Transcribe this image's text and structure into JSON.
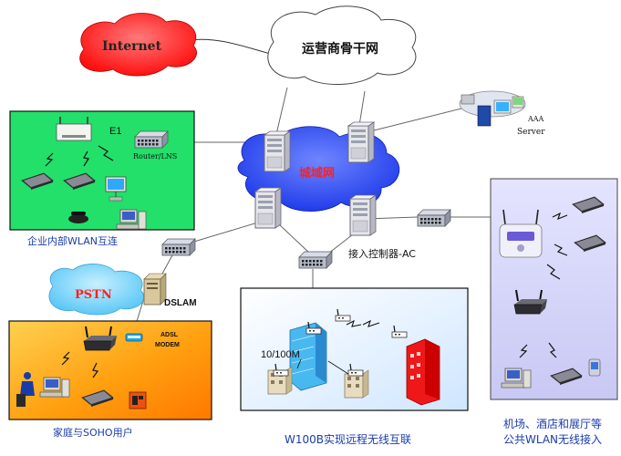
{
  "labels": {
    "internet": "Internet",
    "backbone": "运营商骨干网",
    "metro": "城域网",
    "e1": "E1",
    "router_lns": "Router/LNS",
    "aaa": "AAA",
    "server": "Server",
    "pstn": "PSTN",
    "dslam": "DSLAM",
    "adsl": "ADSL",
    "modem": "MODEM",
    "ac": "接入控制器-AC",
    "speed": "10/100M"
  },
  "captions": {
    "enterprise": "企业内部WLAN互连",
    "home": "家庭与SOHO用户",
    "remote": "W100B实现远程无线互联",
    "public_line1": "机场、酒店和展厅等",
    "public_line2": "公共WLAN无线接入"
  },
  "colors": {
    "internet_cloud": "#ff2a2a",
    "backbone_cloud": "#ffffff",
    "metro_cloud": "#1f3cf0",
    "enterprise_panel": "#22e06a",
    "home_panel": "#ffb020",
    "remote_panel": "#e8f4ff",
    "public_panel": "#d4d4f8",
    "caption_text": "#1a3caa"
  }
}
